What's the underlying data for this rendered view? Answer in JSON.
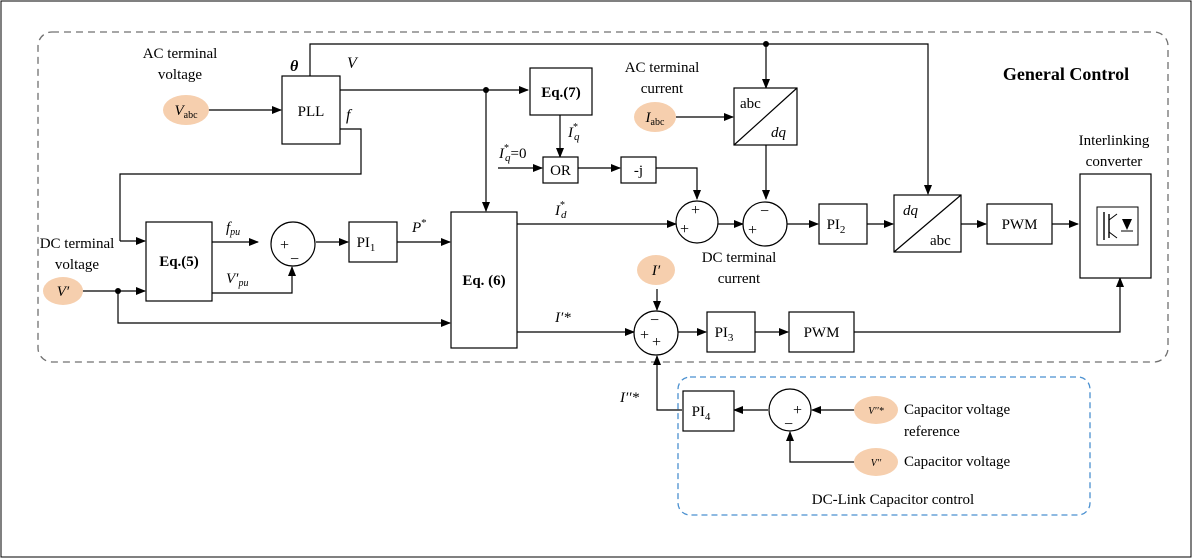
{
  "labels": {
    "ac_terminal_voltage": [
      "AC terminal",
      "voltage"
    ],
    "ac_terminal_current": [
      "AC terminal",
      "current"
    ],
    "dc_terminal_voltage": [
      "DC terminal",
      "voltage"
    ],
    "dc_terminal_current": [
      "DC terminal",
      "current"
    ],
    "general_control": "General Control",
    "interlinking_converter": [
      "Interlinking",
      "converter"
    ],
    "capacitor_voltage_reference": [
      "Capacitor voltage",
      "reference"
    ],
    "capacitor_voltage": "Capacitor voltage",
    "dc_link_capacitor_control": "DC-Link Capacitor control"
  },
  "blocks": {
    "pll": "PLL",
    "eq7": "Eq.(7)",
    "eq5": "Eq.(5)",
    "eq6": "Eq. (6)",
    "or": "OR",
    "minus_j": "-j",
    "pi1": "PI",
    "pi1_sub": "1",
    "pi2": "PI",
    "pi2_sub": "2",
    "pi3": "PI",
    "pi3_sub": "3",
    "pi4": "PI",
    "pi4_sub": "4",
    "pwm_top": "PWM",
    "pwm_bottom": "PWM",
    "abc_dq_top": "abc",
    "abc_dq_bottom": "dq",
    "dq_abc_top": "dq",
    "dq_abc_bottom": "abc"
  },
  "signals": {
    "v_abc": "V",
    "v_abc_sub": "abc",
    "i_abc": "I",
    "i_abc_sub": "abc",
    "v_prime": "V′",
    "i_prime": "I′",
    "v_dprime_ref": "V′′*",
    "v_dprime": "V′′"
  },
  "symbols": {
    "theta": "θ",
    "v": "V",
    "f": "f",
    "f_pu": "f",
    "f_pu_sub": "pu",
    "v_pu": "V′",
    "v_pu_sub": "pu",
    "p_star": "P",
    "star": "*",
    "i_q": "I",
    "q": "q",
    "iq_zero": "=0",
    "i_d": "I",
    "d": "d",
    "i_prime_star": "I′*",
    "i_dprime_star": "I′′*"
  },
  "sum_signs": {
    "plus": "+",
    "minus": "−"
  }
}
